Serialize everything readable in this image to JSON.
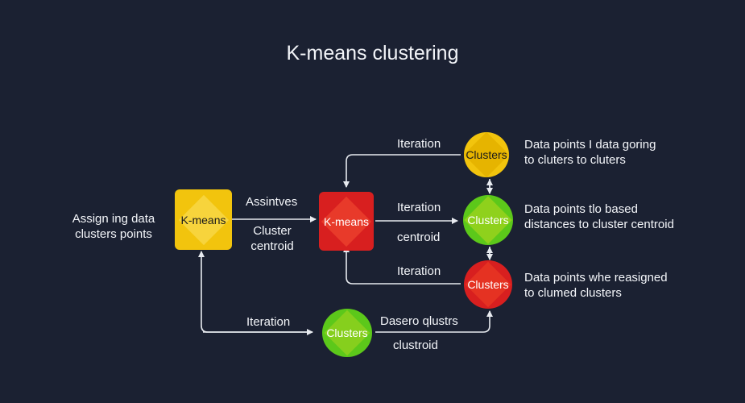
{
  "title": "K-means clustering",
  "left_caption": [
    "Assign ing data",
    "clusters points"
  ],
  "nodes": {
    "kmeans_yellow": "K-means",
    "kmeans_red": "K-means",
    "clusters_top": "Clusters",
    "clusters_mid": "Clusters",
    "clusters_low": "Clusters",
    "clusters_bottom": "Clusters"
  },
  "edge_labels": {
    "assign": "Assintves",
    "cluster_centroid": [
      "Cluster",
      "centroid"
    ],
    "iter_top": "Iteration",
    "iter_mid": "Iteration",
    "centroid_mid": "centroid",
    "iter_low": "Iteration",
    "iter_bottom": "Iteration",
    "dasero": "Dasero qlustrs",
    "clustroid": "clustroid"
  },
  "descriptions": {
    "top": [
      "Data points I data goring",
      "to cluters to cluters"
    ],
    "mid": [
      "Data points tlo based",
      "distances to cluster centroid"
    ],
    "low": [
      "Data points whe reasigned",
      "to clumed clusters"
    ]
  },
  "colors": {
    "background": "#1b2132",
    "yellow": "#f2c40d",
    "red": "#d81f1f",
    "green": "#5cc81a",
    "arrow": "#e8ebf0"
  }
}
